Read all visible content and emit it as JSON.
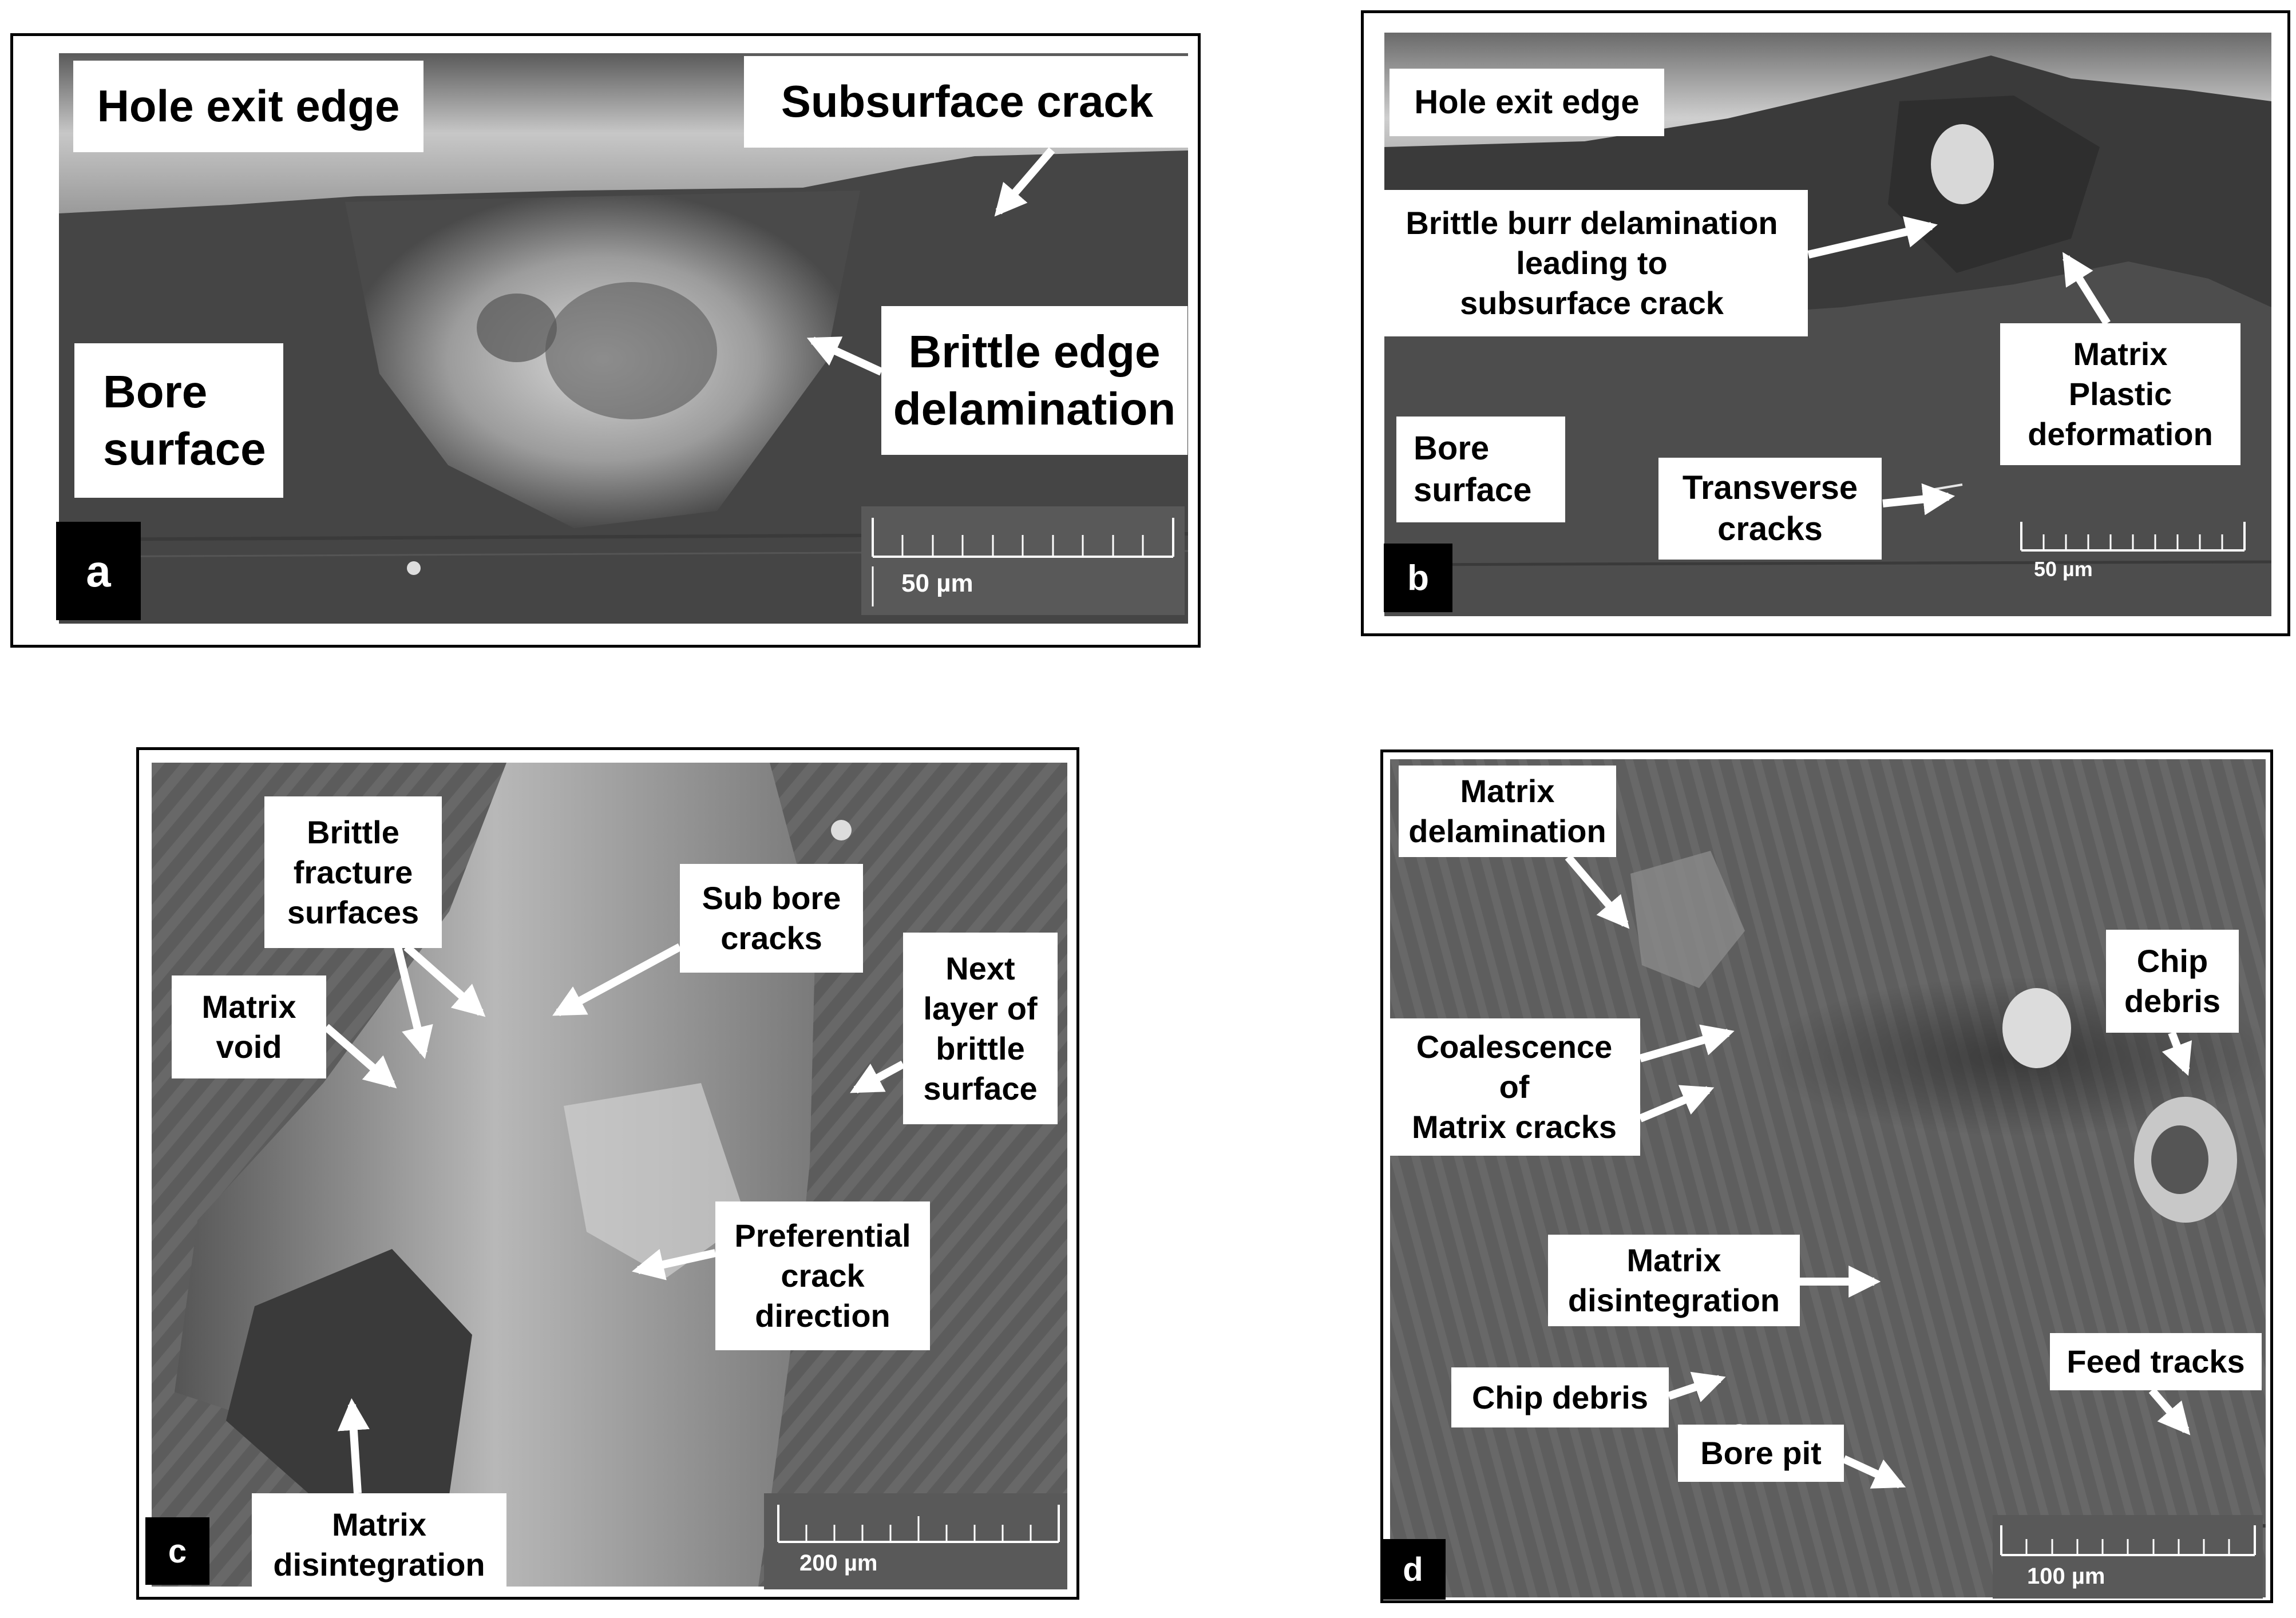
{
  "panels": {
    "a": {
      "letter": "a",
      "scale": "50 µm",
      "labels": {
        "hole_exit_edge": "Hole exit edge",
        "subsurface_crack": "Subsurface crack",
        "brittle_edge_delamination": [
          "Brittle edge",
          "delamination"
        ],
        "bore_surface": [
          "Bore",
          "surface"
        ]
      }
    },
    "b": {
      "letter": "b",
      "scale": "50 µm",
      "labels": {
        "hole_exit_edge": "Hole exit edge",
        "brittle_burr": [
          "Brittle burr delamination",
          "leading to",
          "subsurface crack"
        ],
        "matrix_plastic": [
          "Matrix",
          "Plastic",
          "deformation"
        ],
        "bore_surface": [
          "Bore",
          "surface"
        ],
        "transverse_cracks": [
          "Transverse",
          "cracks"
        ]
      }
    },
    "c": {
      "letter": "c",
      "scale": "200 µm",
      "labels": {
        "brittle_fracture": [
          "Brittle",
          "fracture",
          "surfaces"
        ],
        "sub_bore_cracks": [
          "Sub bore",
          "cracks"
        ],
        "matrix_void": [
          "Matrix",
          "void"
        ],
        "next_layer": [
          "Next",
          "layer of",
          "brittle",
          "surface"
        ],
        "preferential_crack": [
          "Preferential",
          "crack",
          "direction"
        ],
        "matrix_disintegration": [
          "Matrix",
          "disintegration"
        ]
      }
    },
    "d": {
      "letter": "d",
      "scale": "100 µm",
      "labels": {
        "matrix_delamination": [
          "Matrix",
          "delamination"
        ],
        "chip_debris_right": [
          "Chip",
          "debris"
        ],
        "coalescence": [
          "Coalescence",
          "of",
          "Matrix cracks"
        ],
        "matrix_disintegration": [
          "Matrix",
          "disintegration"
        ],
        "chip_debris_left": "Chip debris",
        "feed_tracks": "Feed tracks",
        "bore_pit": "Bore pit"
      }
    }
  },
  "colors": {
    "sem_dark": "#3e3e3e",
    "sem_mid": "#707070",
    "sem_light": "#c8c8c8",
    "label_bg": "#ffffff",
    "scalebar_bg": "#595959"
  }
}
